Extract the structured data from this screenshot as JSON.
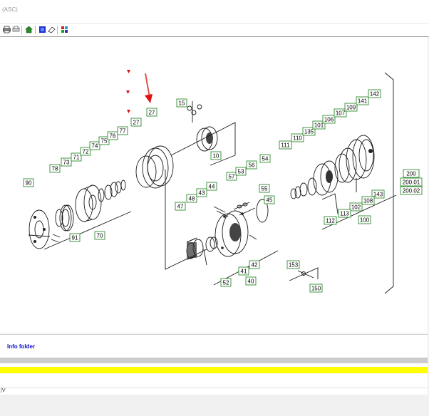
{
  "window": {
    "title": "(ASC)"
  },
  "toolbar": {
    "buttons": [
      {
        "name": "print-icon"
      },
      {
        "name": "print-preview-icon"
      },
      {
        "name": "home-icon"
      },
      {
        "name": "select-icon"
      },
      {
        "name": "eraser-icon"
      },
      {
        "name": "palette-icon"
      }
    ]
  },
  "diagram": {
    "labels": {
      "l15": "15",
      "l27a": "27",
      "l27b": "27",
      "l10": "10",
      "l90": "90",
      "l78": "78",
      "l73": "73",
      "l71": "71",
      "l72": "72",
      "l74": "74",
      "l75": "75",
      "l76": "76",
      "l77": "77",
      "l91": "91",
      "l70": "70",
      "l44": "44",
      "l43": "43",
      "l48": "48",
      "l47": "47",
      "l57": "57",
      "l53": "53",
      "l56": "56",
      "l54": "54",
      "l55": "55",
      "l45": "45",
      "l41": "41",
      "l42": "42",
      "l52": "52",
      "l40": "40",
      "l111": "111",
      "l110": "110",
      "l135": "135",
      "l101": "101",
      "l106": "106",
      "l107": "107",
      "l109": "109",
      "l141": "141",
      "l142": "142",
      "l143": "143",
      "l108": "108",
      "l102": "102",
      "l113": "113",
      "l112": "112",
      "l100": "100",
      "l153": "153",
      "l150": "150",
      "l200": "200",
      "l20001": "200.01",
      "l20002": "200.02"
    }
  },
  "info": {
    "title": "Info folder"
  },
  "bottom_row": {
    "text": "|V"
  }
}
